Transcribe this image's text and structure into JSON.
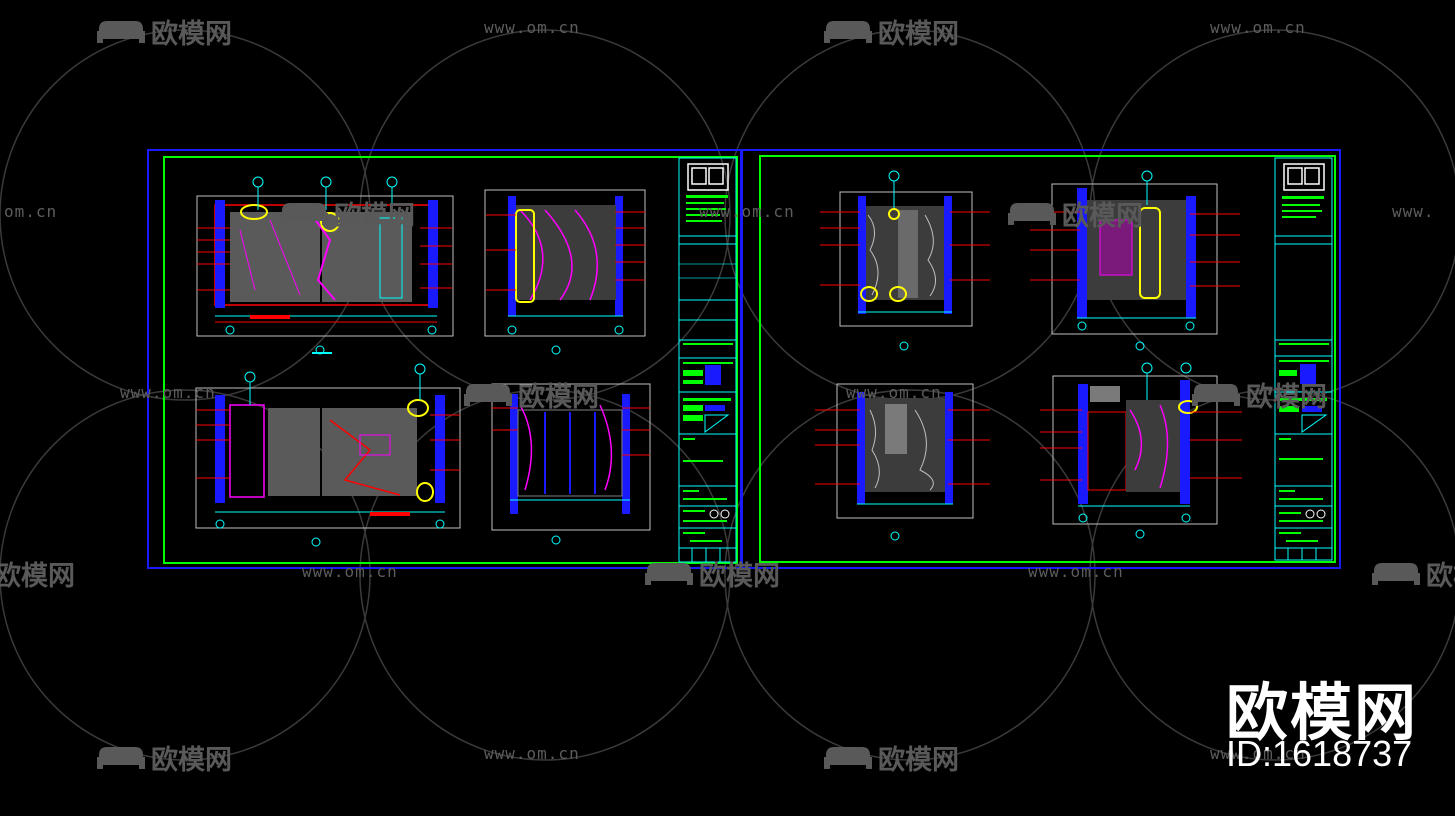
{
  "watermarks": {
    "url": "www.om.cn",
    "url_left_cut": "om.cn",
    "url_right_cut": "www.",
    "logo_text": "欧模网",
    "logo_left_cut": "欧模网"
  },
  "brand": {
    "name": "欧模网",
    "id": "ID:1618737"
  },
  "colors": {
    "background": "#000000",
    "frame_blue": "#1a1aff",
    "frame_green": "#00ff00",
    "cyan": "#00ffff",
    "red": "#ff0000",
    "magenta": "#ff00ff",
    "yellow": "#ffff00",
    "white": "#ffffff",
    "gray": "#808080"
  }
}
